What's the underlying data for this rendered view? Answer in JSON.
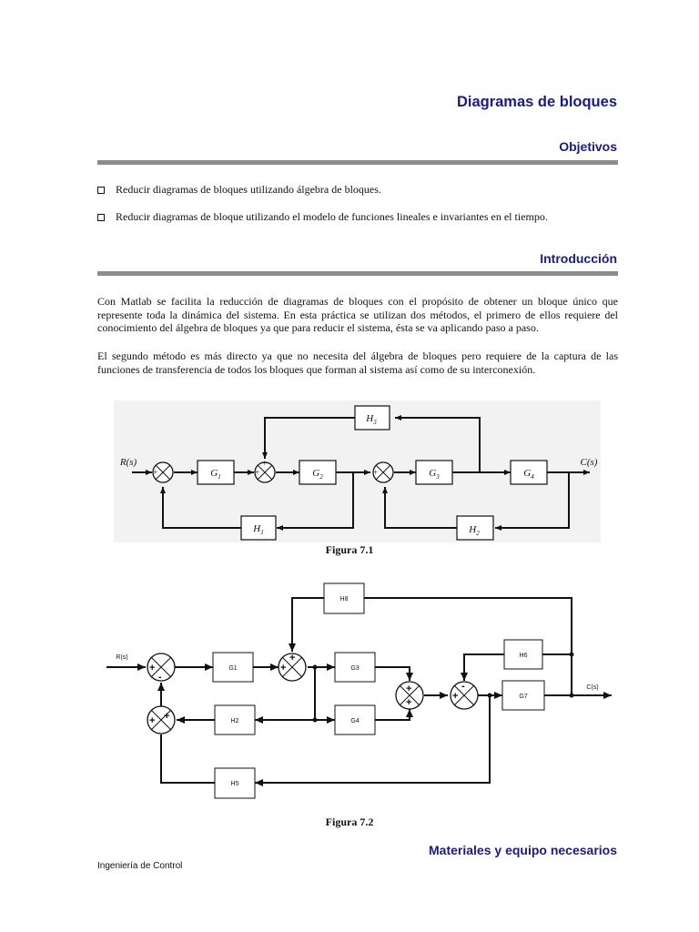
{
  "title": "Diagramas de bloques",
  "sections": {
    "objetivos": "Objetivos",
    "introduccion": "Introducción",
    "materiales": "Materiales y equipo necesarios"
  },
  "objectives": [
    "Reducir diagramas de bloques utilizando álgebra de bloques.",
    "Reducir diagramas de bloque utilizando el modelo de funciones lineales e invariantes en el tiempo."
  ],
  "intro": {
    "p1": "Con Matlab se facilita la reducción de diagramas de bloques con el propósito de obtener un bloque único que represente toda la dinámica del sistema. En esta práctica se utilizan dos métodos, el primero de ellos requiere del conocimiento del álgebra de bloques ya que para reducir el sistema, ésta se va aplicando paso a paso.",
    "p2": "El segundo método es más directo ya que no necesita del álgebra de bloques pero requiere de la captura de las funciones de transferencia de todos los bloques que forman al sistema así como de su interconexión."
  },
  "figure1": {
    "caption": "Figura 7.1",
    "input": "R(s)",
    "output": "C(s)",
    "blocks": {
      "g1": "G",
      "g2": "G",
      "g3": "G",
      "g4": "G",
      "h1": "H",
      "h2": "H",
      "h3": "H"
    },
    "subscripts": {
      "g1": "1",
      "g2": "2",
      "g3": "3",
      "g4": "4",
      "h1": "1",
      "h2": "2",
      "h3": "3"
    }
  },
  "figure2": {
    "caption": "Figura 7.2",
    "input": "R(s)",
    "output": "C(s)",
    "blocks": {
      "g1": "G1",
      "g3": "G3",
      "g4": "G4",
      "g7": "G7",
      "h2": "H2",
      "h5": "H5",
      "h6": "H6",
      "h8": "H8"
    }
  },
  "footer": "Ingeniería de Control"
}
